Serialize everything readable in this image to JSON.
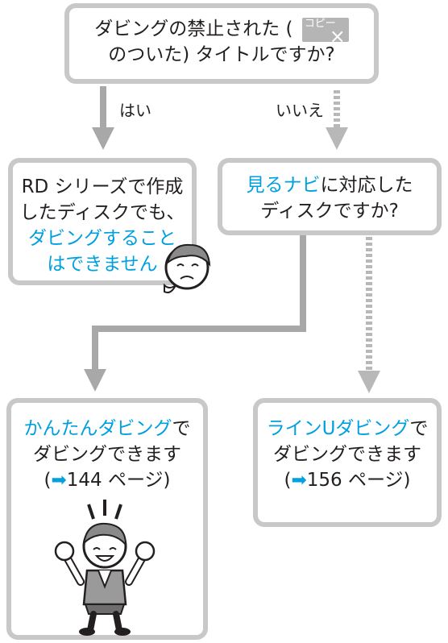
{
  "start": {
    "line1": "ダビングの禁止された (",
    "badge_text": "コピー",
    "badge_x": "×",
    "line2": "のついた) タイトルですか?"
  },
  "branch_yes_label": "はい",
  "branch_no_label": "いいえ",
  "rd_box": {
    "line1": "RD シリーズで作成",
    "line2": "したディスクでも、",
    "line3": "ダビングすること",
    "line4": "はできません"
  },
  "navi_box": {
    "line1_highlight": "見るナビ",
    "line1_rest": "に対応した",
    "line2": "ディスクですか?"
  },
  "kantan_box": {
    "line1_highlight": "かんたんダビング",
    "line1_rest": "で",
    "line2": "ダビングできます",
    "line3_open": "(",
    "arrow_glyph": "➡",
    "line3_ref": "144 ページ)"
  },
  "lineu_box": {
    "line1_highlight": "ラインUダビング",
    "line1_rest": "で",
    "line2": "ダビングできます",
    "line3_open": "(",
    "arrow_glyph": "➡",
    "line3_ref": "156 ページ)"
  },
  "colors": {
    "highlight": "#00a0e0",
    "box_border": "#c8c8c8",
    "arrow_solid": "#a8a8a8",
    "arrow_dotted": "#b8b8b8"
  },
  "icons": [
    "sad-face-icon",
    "happy-cheering-person-icon",
    "copy-prohibited-badge-icon"
  ]
}
